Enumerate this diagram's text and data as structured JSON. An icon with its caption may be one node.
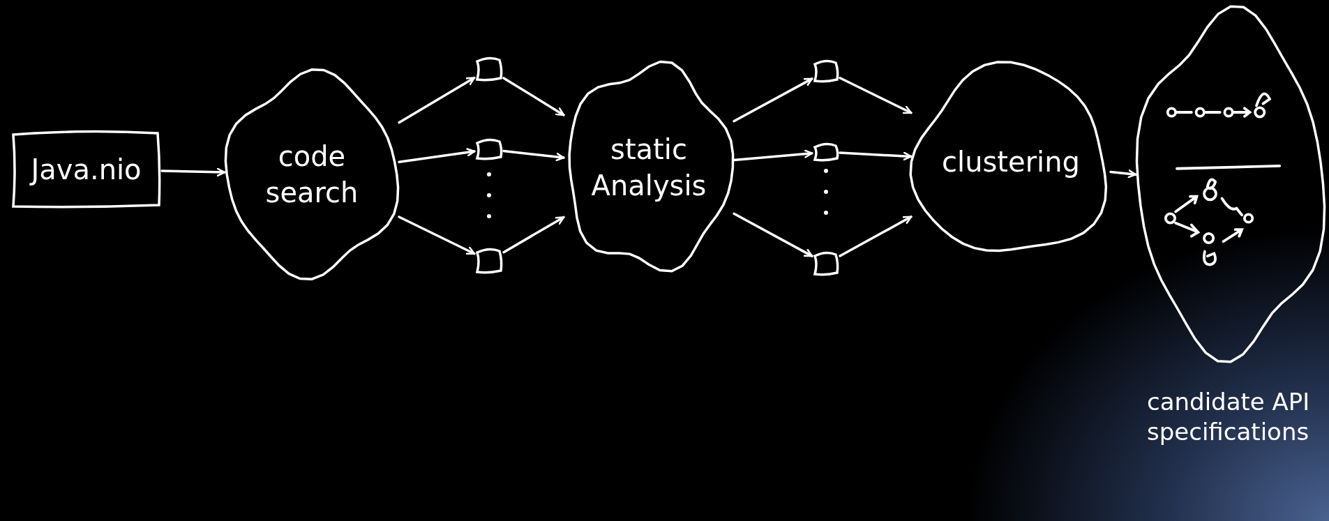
{
  "diagram": {
    "nodes": [
      {
        "text": [
          "Java.nio"
        ]
      },
      {
        "text": [
          "code search"
        ]
      },
      {
        "text": [],
        "shape": "box"
      },
      {
        "text": [],
        "shape": "box"
      },
      {
        "text": [],
        "shape": "box"
      },
      {
        "text": [
          "static Analysis"
        ]
      },
      {
        "text": [],
        "shape": "box"
      },
      {
        "text": [],
        "shape": "box"
      },
      {
        "text": [],
        "shape": "box"
      },
      {
        "text": [
          "clustering"
        ]
      },
      {
        "text": [],
        "shape": "cloud",
        "beside": [
          "candidate API specifications"
        ]
      }
    ],
    "edges": [
      {
        "from": 0,
        "to": 1,
        "arrow": "to"
      },
      {
        "from": 1,
        "to": 2,
        "arrow": "to"
      },
      {
        "from": 1,
        "to": 3,
        "arrow": "to"
      },
      {
        "from": 1,
        "to": 4,
        "arrow": "to"
      },
      {
        "from": 2,
        "to": 5,
        "arrow": "to"
      },
      {
        "from": 3,
        "to": 5,
        "arrow": "to"
      },
      {
        "from": 4,
        "to": 5,
        "arrow": "to"
      },
      {
        "from": 5,
        "to": 6,
        "arrow": "to"
      },
      {
        "from": 5,
        "to": 7,
        "arrow": "to"
      },
      {
        "from": 5,
        "to": 8,
        "arrow": "to"
      },
      {
        "from": 6,
        "to": 9,
        "arrow": "to"
      },
      {
        "from": 7,
        "to": 9,
        "arrow": "to"
      },
      {
        "from": 8,
        "to": 9,
        "arrow": "to"
      },
      {
        "from": 9,
        "to": 10,
        "arrow": "to"
      }
    ]
  }
}
